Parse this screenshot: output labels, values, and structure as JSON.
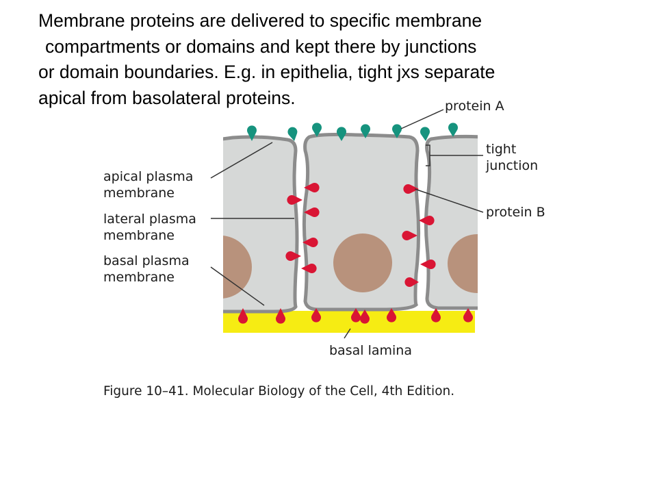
{
  "intro_lines": [
    "Membrane proteins are delivered to specific membrane",
    "compartments or domains and kept there by junctions",
    "or domain boundaries. E.g. in epithelia, tight jxs separate",
    "apical from basolateral proteins."
  ],
  "labels": {
    "protein_a": "protein A",
    "tight_junction_1": "tight",
    "tight_junction_2": "junction",
    "protein_b": "protein B",
    "apical_1": "apical plasma",
    "apical_2": "membrane",
    "lateral_1": "lateral plasma",
    "lateral_2": "membrane",
    "basal_1": "basal plasma",
    "basal_2": "membrane",
    "basal_lamina": "basal lamina"
  },
  "caption": "Figure 10–41. Molecular Biology of the Cell, 4th Edition.",
  "colors": {
    "cell_fill": "#d6d8d7",
    "membrane": "#8c8c8c",
    "nucleus": "#b8927c",
    "protein_a": "#16937e",
    "protein_b": "#d91534",
    "basal_lamina": "#f6ec13"
  }
}
